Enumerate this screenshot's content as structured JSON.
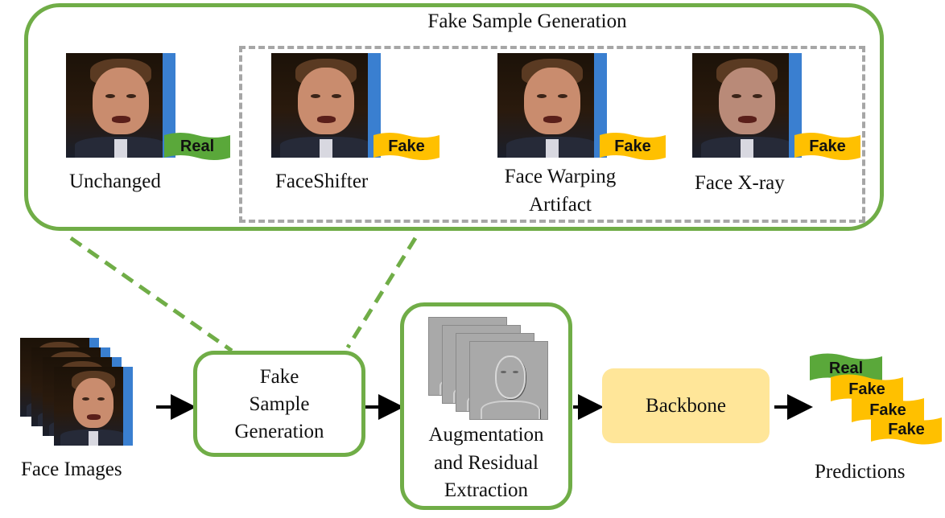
{
  "top_panel": {
    "title": "Fake Sample Generation",
    "methods": [
      {
        "label": "Unchanged",
        "tag": "Real"
      },
      {
        "label": "FaceShifter",
        "tag": "Fake"
      },
      {
        "label_line1": "Face Warping",
        "label_line2": "Artifact",
        "tag": "Fake"
      },
      {
        "label": "Face X-ray",
        "tag": "Fake"
      }
    ]
  },
  "pipeline": {
    "input_label": "Face Images",
    "generation_line1": "Fake",
    "generation_line2": "Sample",
    "generation_line3": "Generation",
    "augmentation_line1": "Augmentation",
    "augmentation_line2": "and Residual",
    "augmentation_line3": "Extraction",
    "backbone": "Backbone",
    "predictions_label": "Predictions",
    "prediction_tags": [
      "Real",
      "Fake",
      "Fake",
      "Fake"
    ]
  },
  "colors": {
    "green_border": "#70ad47",
    "dashed_gray": "#a6a6a6",
    "real_tag": "#5aa83a",
    "fake_tag": "#ffc000",
    "backbone_fill": "#ffe699"
  }
}
